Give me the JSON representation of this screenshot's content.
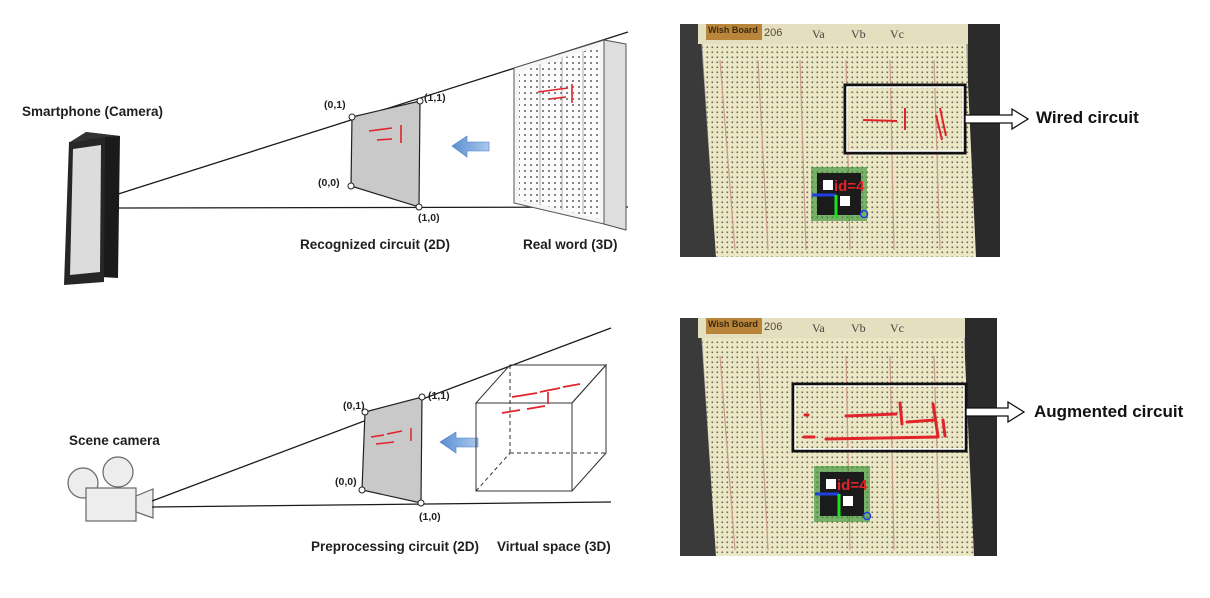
{
  "labels": {
    "smartphone": "Smartphone (Camera)",
    "scene_camera": "Scene camera",
    "recognized": "Recognized circuit (2D)",
    "real_world": "Real word (3D)",
    "preprocessing": "Preprocessing circuit (2D)",
    "virtual_space": "Virtual space (3D)",
    "wired": "Wired circuit",
    "augmented": "Augmented circuit"
  },
  "corners": {
    "c01": "(0,1)",
    "c11": "(1,1)",
    "c00": "(0,0)",
    "c10": "(1,0)"
  },
  "photo": {
    "brand": "Wish Board",
    "model": "206",
    "rails": [
      "Va",
      "Vb",
      "Vc"
    ],
    "marker_id": "id=4"
  },
  "colors": {
    "circuit_red": "#e0242a",
    "arrow_blue": "#6f9fd8",
    "plane_gray": "#c9c9c9",
    "board": "#ece8c6"
  }
}
